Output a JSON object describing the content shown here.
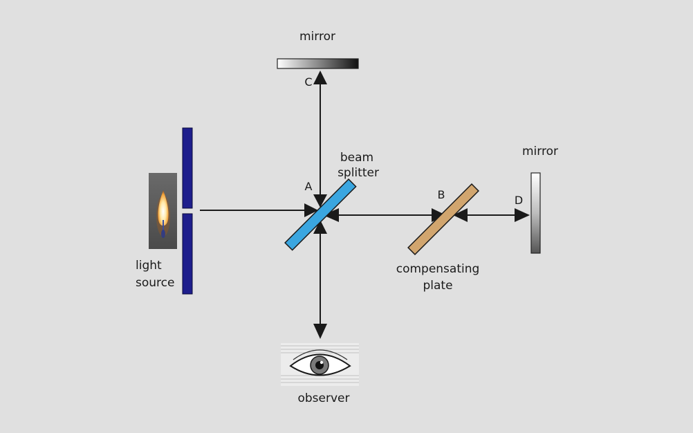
{
  "labels": {
    "mirror_top": "mirror",
    "mirror_right": "mirror",
    "beam_splitter_line1": "beam",
    "beam_splitter_line2": "splitter",
    "point_a": "A",
    "point_b": "B",
    "point_c": "C",
    "point_d": "D",
    "light_source_line1": "light",
    "light_source_line2": "source",
    "compensating_plate_line1": "compensating",
    "compensating_plate_line2": "plate",
    "observer": "observer"
  },
  "colors": {
    "background": "#e0e0e0",
    "beam_line": "#1a1a1a",
    "beam_splitter": "#3aa6e0",
    "compensating_plate": "#d1a56e",
    "slit_screen": "#1e1e8c",
    "mirror_light": "#ffffff",
    "mirror_dark": "#111111"
  },
  "icons": {
    "light_source": "candle-flame-icon",
    "observer": "eye-icon"
  }
}
